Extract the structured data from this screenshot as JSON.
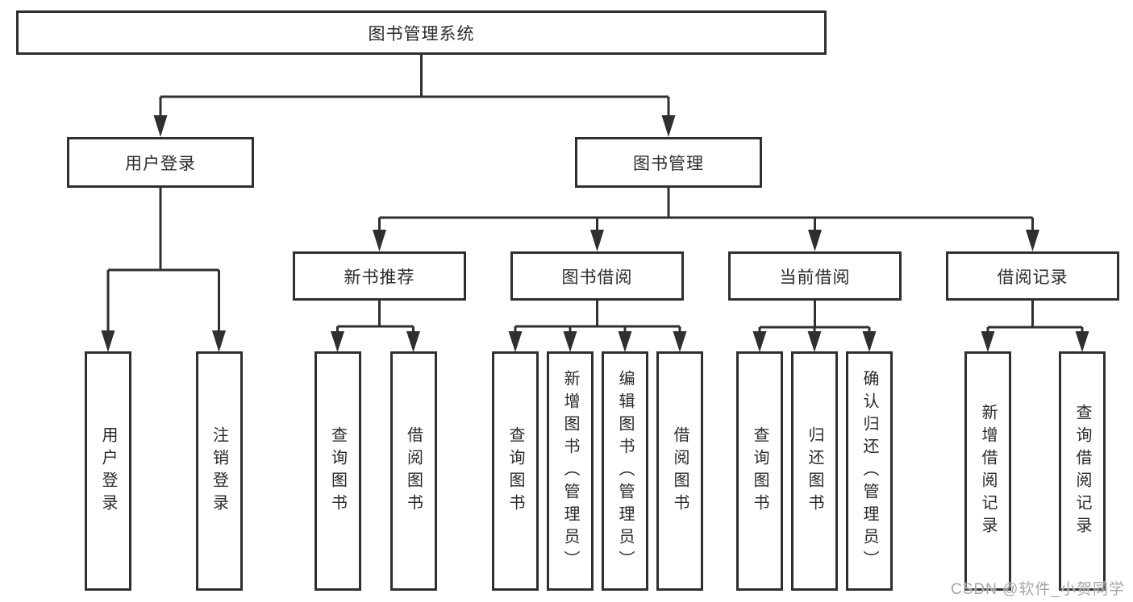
{
  "diagram": {
    "title": "图书管理系统",
    "branches": [
      {
        "label": "用户登录",
        "children": [
          "用户登录",
          "注销登录"
        ]
      },
      {
        "label": "图书管理",
        "groups": [
          {
            "label": "新书推荐",
            "children": [
              "查询图书",
              "借阅图书"
            ]
          },
          {
            "label": "图书借阅",
            "children": [
              "查询图书",
              "新增图书（管理员）",
              "编辑图书（管理员）",
              "借阅图书"
            ]
          },
          {
            "label": "当前借阅",
            "children": [
              "查询图书",
              "归还图书",
              "确认归还（管理员）"
            ]
          },
          {
            "label": "借阅记录",
            "children": [
              "新增借阅记录",
              "查询借阅记录"
            ]
          }
        ]
      }
    ],
    "watermark": "CSDN @软件_小贺同学",
    "colors": {
      "line": "#2f2f2f",
      "text": "#2a2a2a",
      "watermark": "#a6a6a6",
      "background": "#ffffff"
    }
  }
}
